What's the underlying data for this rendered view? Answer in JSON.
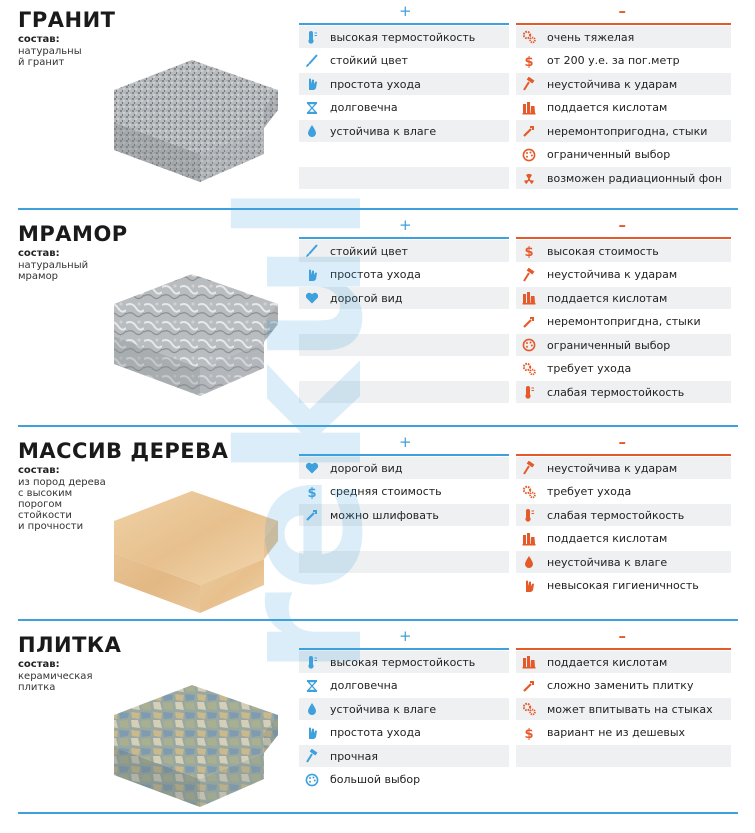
{
  "signs": {
    "plus": "+",
    "minus": "–"
  },
  "composition_label": "состав:",
  "colors": {
    "blue": "#3ea0dc",
    "orange": "#e55a2a"
  },
  "sections": [
    {
      "title": "ГРАНИТ",
      "composition": "натуральны\nй гранит",
      "pros": [
        {
          "icon": "thermometer-icon",
          "text": "высокая термостойкость"
        },
        {
          "icon": "brush-icon",
          "text": "стойкий цвет"
        },
        {
          "icon": "hand-icon",
          "text": "простота ухода"
        },
        {
          "icon": "hourglass-icon",
          "text": "долговечна"
        },
        {
          "icon": "droplet-icon",
          "text": "устойчива к влаге"
        }
      ],
      "cons": [
        {
          "icon": "gears-icon",
          "text": "очень тяжелая"
        },
        {
          "icon": "dollar-icon",
          "text": "от 200 у.е. за пог.метр"
        },
        {
          "icon": "hammer-icon",
          "text": "неустойчива к ударам"
        },
        {
          "icon": "flask-icon",
          "text": "поддается кислотам"
        },
        {
          "icon": "wrench-icon",
          "text": "неремонтопригодна, стыки"
        },
        {
          "icon": "palette-icon",
          "text": "ограниченный выбор"
        },
        {
          "icon": "radiation-icon",
          "text": "возможен радиационный фон"
        }
      ]
    },
    {
      "title": "МРАМОР",
      "composition": "натуральный\nмрамор",
      "pros": [
        {
          "icon": "brush-icon",
          "text": "стойкий цвет"
        },
        {
          "icon": "hand-icon",
          "text": "простота ухода"
        },
        {
          "icon": "heart-icon",
          "text": "дорогой вид"
        }
      ],
      "cons": [
        {
          "icon": "dollar-icon",
          "text": "высокая стоимость"
        },
        {
          "icon": "hammer-icon",
          "text": "неустойчива к ударам"
        },
        {
          "icon": "flask-icon",
          "text": "поддается кислотам"
        },
        {
          "icon": "wrench-icon",
          "text": "неремонтопригдна, стыки"
        },
        {
          "icon": "palette-icon",
          "text": "ограниченный выбор"
        },
        {
          "icon": "gears-icon",
          "text": "требует ухода"
        },
        {
          "icon": "thermometer-icon",
          "text": "слабая термостойкость"
        }
      ]
    },
    {
      "title": "МАССИВ ДЕРЕВА",
      "composition": "из пород дерева\nс высоким\nпорогом\nстойкости\nи прочности",
      "pros": [
        {
          "icon": "heart-icon",
          "text": "дорогой вид"
        },
        {
          "icon": "dollar-icon",
          "text": "средняя стоимость"
        },
        {
          "icon": "wrench-icon",
          "text": "можно шлифовать"
        }
      ],
      "cons": [
        {
          "icon": "hammer-icon",
          "text": "неустойчива к ударам"
        },
        {
          "icon": "gears-icon",
          "text": "требует ухода"
        },
        {
          "icon": "thermometer-icon",
          "text": "слабая термостойкость"
        },
        {
          "icon": "flask-icon",
          "text": "поддается кислотам"
        },
        {
          "icon": "droplet-icon",
          "text": "неустойчива к влаге"
        },
        {
          "icon": "hand-icon",
          "text": "невысокая гигиеничность"
        }
      ]
    },
    {
      "title": "ПЛИТКА",
      "composition": "керамическая\nплитка",
      "pros": [
        {
          "icon": "thermometer-icon",
          "text": "высокая термостойкость"
        },
        {
          "icon": "hourglass-icon",
          "text": "долговечна"
        },
        {
          "icon": "droplet-icon",
          "text": "устойчива к влаге"
        },
        {
          "icon": "hand-icon",
          "text": "простота ухода"
        },
        {
          "icon": "hammer-icon",
          "text": "прочная"
        },
        {
          "icon": "palette-icon",
          "text": "большой выбор"
        }
      ],
      "cons": [
        {
          "icon": "flask-icon",
          "text": "поддается кислотам"
        },
        {
          "icon": "wrench-icon",
          "text": "сложно заменить плитку"
        },
        {
          "icon": "gears-icon",
          "text": "может впитывать на стыках"
        },
        {
          "icon": "dollar-icon",
          "text": "вариант не из дешевых"
        }
      ]
    }
  ]
}
